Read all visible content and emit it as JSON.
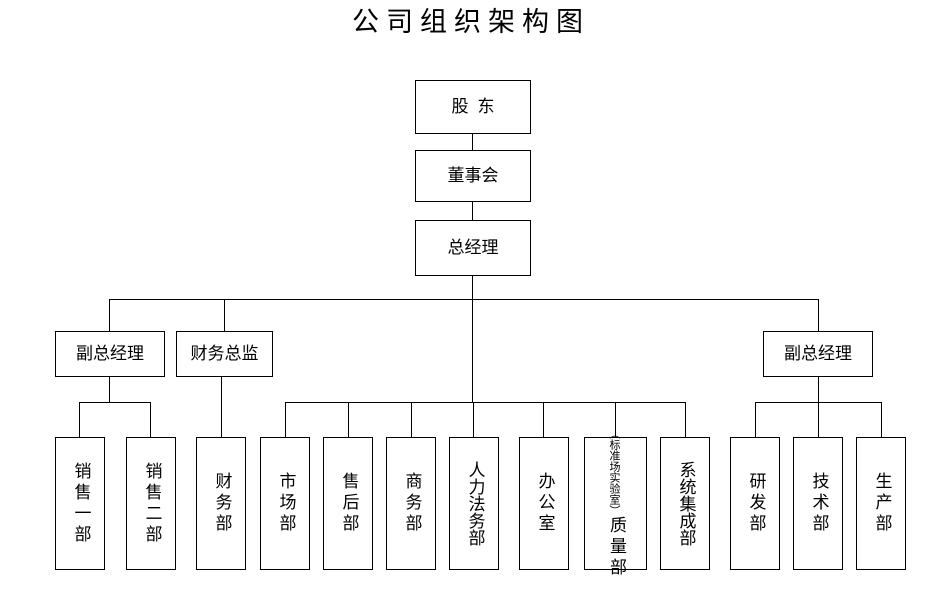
{
  "title": "公司组织架构图",
  "chart_data": {
    "type": "diagram",
    "diagram_type": "org-chart",
    "title": "公司组织架构图",
    "orientation": "top-down",
    "nodes": [
      {
        "id": "shareholders",
        "label": "股东",
        "level": 0
      },
      {
        "id": "board",
        "label": "董事会",
        "level": 1
      },
      {
        "id": "gm",
        "label": "总经理",
        "level": 2
      },
      {
        "id": "dgm-left",
        "label": "副总经理",
        "level": 3
      },
      {
        "id": "cfo",
        "label": "财务总监",
        "level": 3
      },
      {
        "id": "dgm-right",
        "label": "副总经理",
        "level": 3
      },
      {
        "id": "sales1",
        "label": "销售一部",
        "level": 4
      },
      {
        "id": "sales2",
        "label": "销售二部",
        "level": 4
      },
      {
        "id": "finance",
        "label": "财务部",
        "level": 4
      },
      {
        "id": "marketing",
        "label": "市场部",
        "level": 4
      },
      {
        "id": "aftersales",
        "label": "售后部",
        "level": 4
      },
      {
        "id": "business",
        "label": "商务部",
        "level": 4
      },
      {
        "id": "hr-legal",
        "label": "人力法务部",
        "level": 4
      },
      {
        "id": "office",
        "label": "办公室",
        "level": 4
      },
      {
        "id": "quality",
        "label": "质量部",
        "note": "（标准场实验室）",
        "level": 4
      },
      {
        "id": "sysint",
        "label": "系统集成部",
        "level": 4
      },
      {
        "id": "rnd",
        "label": "研发部",
        "level": 4
      },
      {
        "id": "tech",
        "label": "技术部",
        "level": 4
      },
      {
        "id": "production",
        "label": "生产部",
        "level": 4
      }
    ],
    "edges": [
      {
        "from": "shareholders",
        "to": "board"
      },
      {
        "from": "board",
        "to": "gm"
      },
      {
        "from": "gm",
        "to": "dgm-left"
      },
      {
        "from": "gm",
        "to": "cfo"
      },
      {
        "from": "gm",
        "to": "dgm-right"
      },
      {
        "from": "dgm-left",
        "to": "sales1"
      },
      {
        "from": "dgm-left",
        "to": "sales2"
      },
      {
        "from": "cfo",
        "to": "finance"
      },
      {
        "from": "gm",
        "to": "marketing"
      },
      {
        "from": "gm",
        "to": "aftersales"
      },
      {
        "from": "gm",
        "to": "business"
      },
      {
        "from": "gm",
        "to": "hr-legal"
      },
      {
        "from": "gm",
        "to": "office"
      },
      {
        "from": "gm",
        "to": "quality"
      },
      {
        "from": "gm",
        "to": "sysint"
      },
      {
        "from": "dgm-right",
        "to": "rnd"
      },
      {
        "from": "dgm-right",
        "to": "tech"
      },
      {
        "from": "dgm-right",
        "to": "production"
      }
    ],
    "colors": {
      "line": "#000000",
      "box_fill": "#ffffff",
      "text": "#000000"
    }
  },
  "top": {
    "shareholders": "股东",
    "board": "董事会",
    "gm": "总经理"
  },
  "mid": {
    "dgm_left": "副总经理",
    "cfo": "财务总监",
    "dgm_right": "副总经理"
  },
  "departments": {
    "sales1": "销售一部",
    "sales2": "销售二部",
    "finance": "财务部",
    "marketing": "市场部",
    "aftersales": "售后部",
    "business": "商务部",
    "hr_legal": "人力法务部",
    "office": "办公室",
    "quality": "质量部",
    "quality_note": "（标准场实验室）",
    "sysint": "系统集成部",
    "rnd": "研发部",
    "tech": "技术部",
    "production": "生产部"
  }
}
